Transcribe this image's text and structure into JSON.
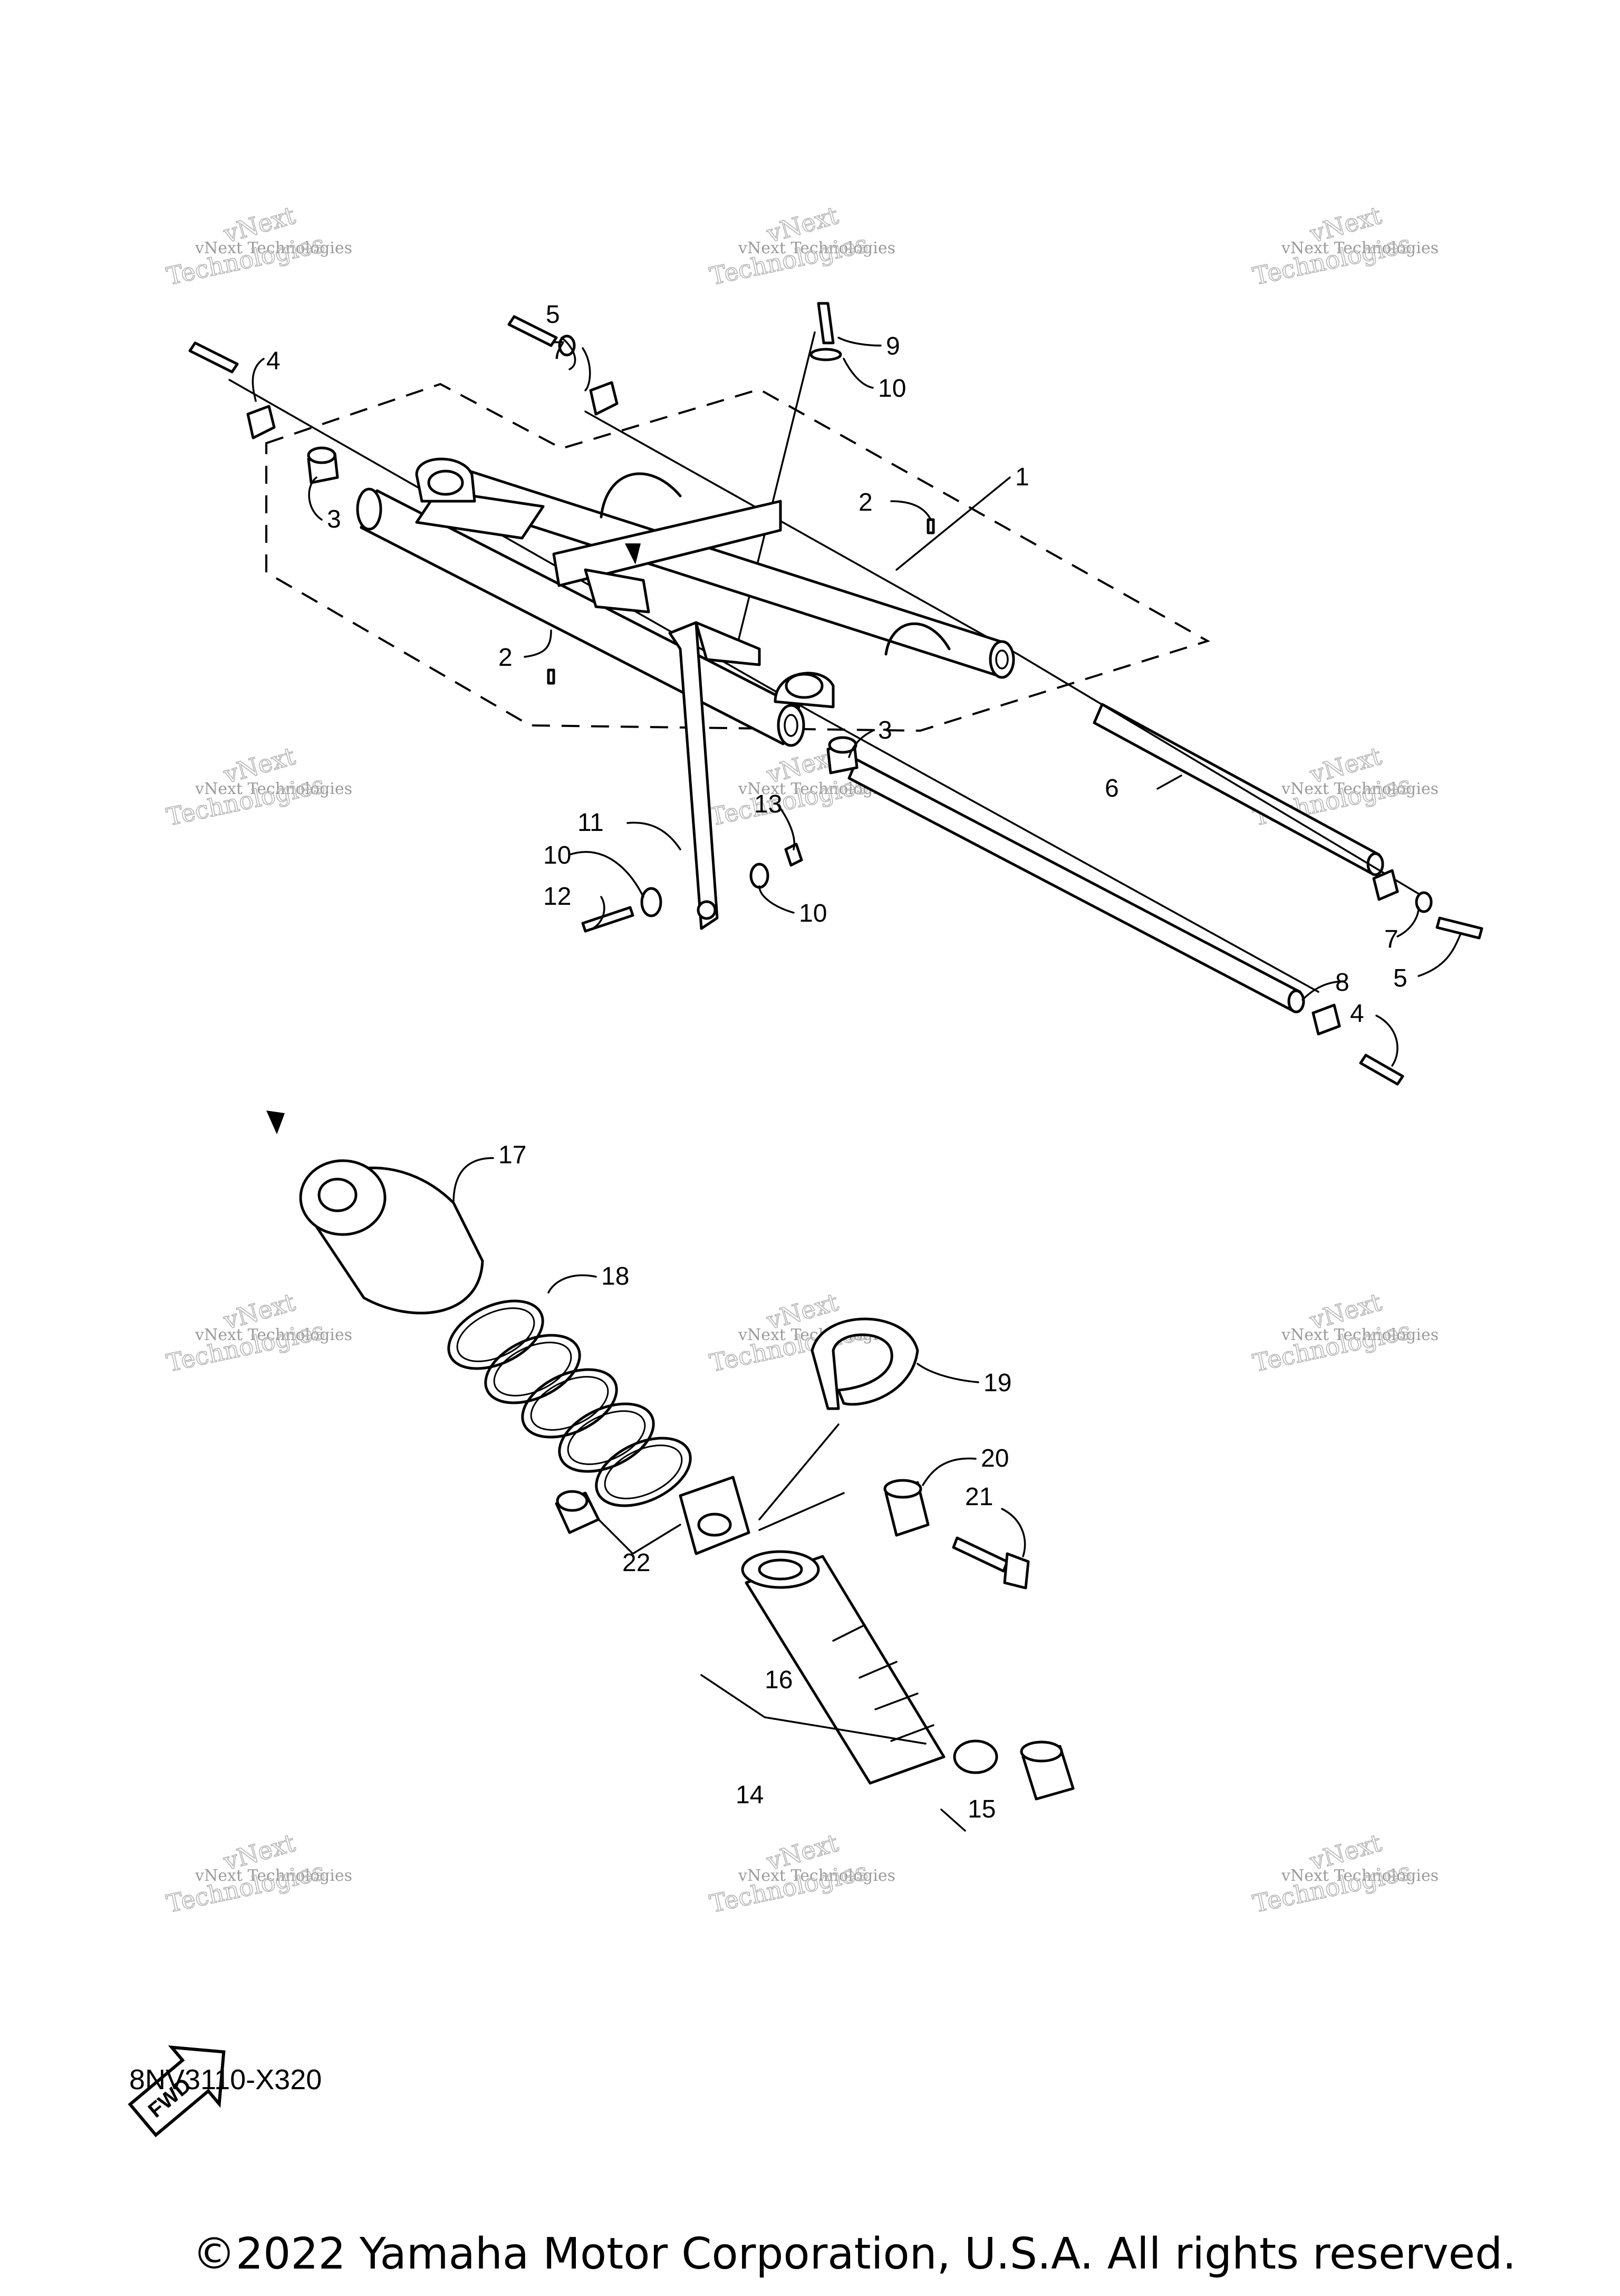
{
  "watermark": {
    "line1": "vNext Technologies",
    "line2": "Technologies",
    "arc": "vNext"
  },
  "parts": [
    {
      "num": "1"
    },
    {
      "num": "2"
    },
    {
      "num": "2"
    },
    {
      "num": "3"
    },
    {
      "num": "3"
    },
    {
      "num": "4"
    },
    {
      "num": "4"
    },
    {
      "num": "5"
    },
    {
      "num": "5"
    },
    {
      "num": "6"
    },
    {
      "num": "7"
    },
    {
      "num": "7"
    },
    {
      "num": "8"
    },
    {
      "num": "9"
    },
    {
      "num": "10"
    },
    {
      "num": "10"
    },
    {
      "num": "10"
    },
    {
      "num": "11"
    },
    {
      "num": "12"
    },
    {
      "num": "13"
    },
    {
      "num": "14"
    },
    {
      "num": "15"
    },
    {
      "num": "16"
    },
    {
      "num": "17"
    },
    {
      "num": "18"
    },
    {
      "num": "19"
    },
    {
      "num": "20"
    },
    {
      "num": "21"
    },
    {
      "num": "22"
    }
  ],
  "fwd_label": "FWD",
  "diagram_code": "8NV3110-X320",
  "copyright": "©2022 Yamaha Motor Corporation, U.S.A. All rights reserved."
}
